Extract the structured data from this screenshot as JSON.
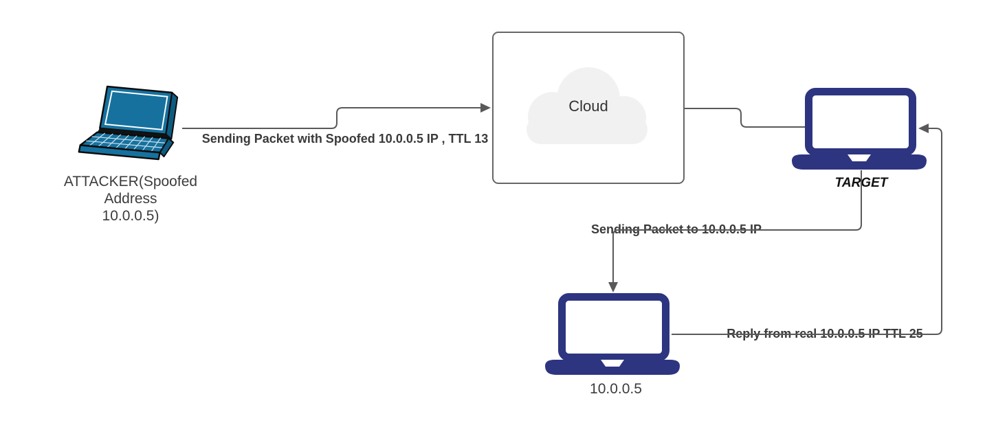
{
  "colors": {
    "wire": "#595959",
    "box_border": "#666666",
    "cloud_fill": "#f1f1f1",
    "cloud_text": "#333333",
    "laptop_navy": "#2d3480",
    "laptop_navy_dark": "#1059820",
    "laptop_teal": "#16719e",
    "laptop_teal_dark": "#0e5b80",
    "node_label": "#3c3c3c",
    "target_label": "#111111",
    "edge_label": "#3a3a3a"
  },
  "diagram": {
    "nodes": {
      "attacker": {
        "icon": "laptop-3d-icon",
        "label_lines": [
          "ATTACKER(Spoofed",
          "Address",
          "10.0.0.5)"
        ]
      },
      "cloud": {
        "icon": "cloud-icon",
        "label": "Cloud"
      },
      "target": {
        "icon": "laptop-icon",
        "label": "TARGET"
      },
      "real_host": {
        "icon": "laptop-icon",
        "label": "10.0.0.5"
      }
    },
    "edges": [
      {
        "id": "attacker-to-cloud",
        "label": "Sending Packet with Spoofed 10.0.0.5 IP , TTL 13"
      },
      {
        "id": "cloud-to-target",
        "label": ""
      },
      {
        "id": "target-to-real-host",
        "label": "Sending Packet to 10.0.0.5 IP"
      },
      {
        "id": "real-host-to-target",
        "label": "Reply from real 10.0.0.5 IP TTL 25"
      }
    ]
  }
}
